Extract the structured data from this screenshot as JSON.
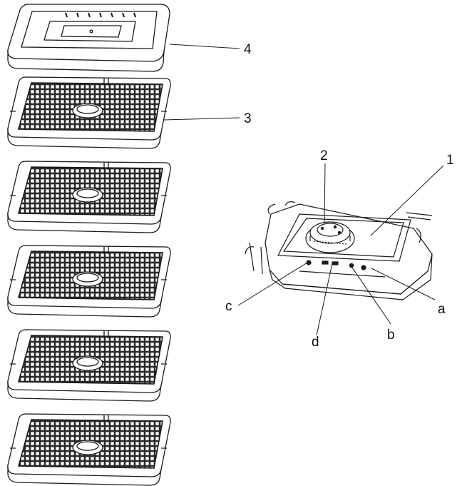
{
  "diagram": {
    "labels": {
      "lid": "4",
      "tray": "3",
      "control": "2",
      "base": "1",
      "port_a": "a",
      "port_b": "b",
      "port_c": "c",
      "port_d": "d"
    },
    "tray_count": 5,
    "colors": {
      "line": "#1a1a1a",
      "mesh": "#2a2a2a",
      "paper": "#ffffff"
    }
  }
}
